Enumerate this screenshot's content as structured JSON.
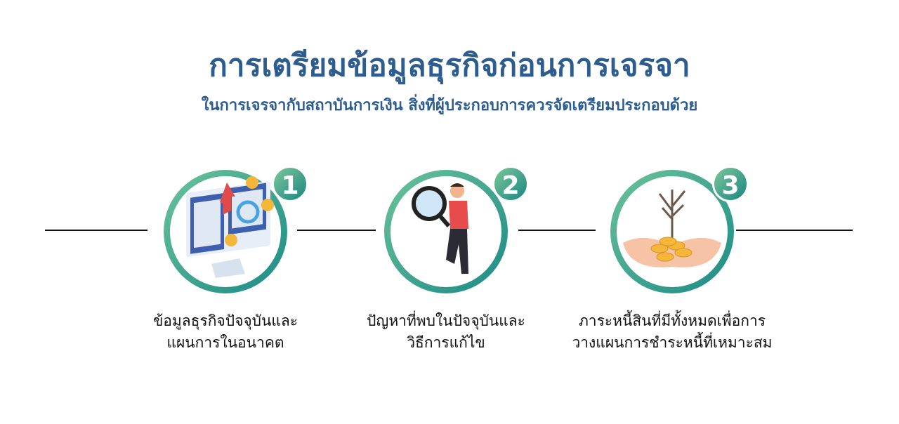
{
  "title": "การเตรียมข้อมูลธุรกิจก่อนการเจรจา",
  "subtitle": "ในการเจรจากับสถาบันการเงิน สิ่งที่ผู้ประกอบการควรจัดเตรียมประกอบด้วย",
  "steps": [
    {
      "number": "1",
      "icon": "computer-dashboard-icon",
      "line1": "ข้อมูลธุรกิจปัจจุบันและ",
      "line2": "แผนการในอนาคต"
    },
    {
      "number": "2",
      "icon": "magnifying-glass-person-icon",
      "line1": "ปัญหาที่พบในปัจจุบันและ",
      "line2": "วิธีการแก้ไข"
    },
    {
      "number": "3",
      "icon": "hands-coins-tree-icon",
      "line1": "ภาระหนี้สินที่มีทั้งหมดเพื่อการ",
      "line2": "วางแผนการชำระหนี้ที่เหมาะสม"
    }
  ],
  "colors": {
    "title": "#2d5c8e",
    "ring_start": "#6cc39a",
    "ring_end": "#1b8a86"
  }
}
